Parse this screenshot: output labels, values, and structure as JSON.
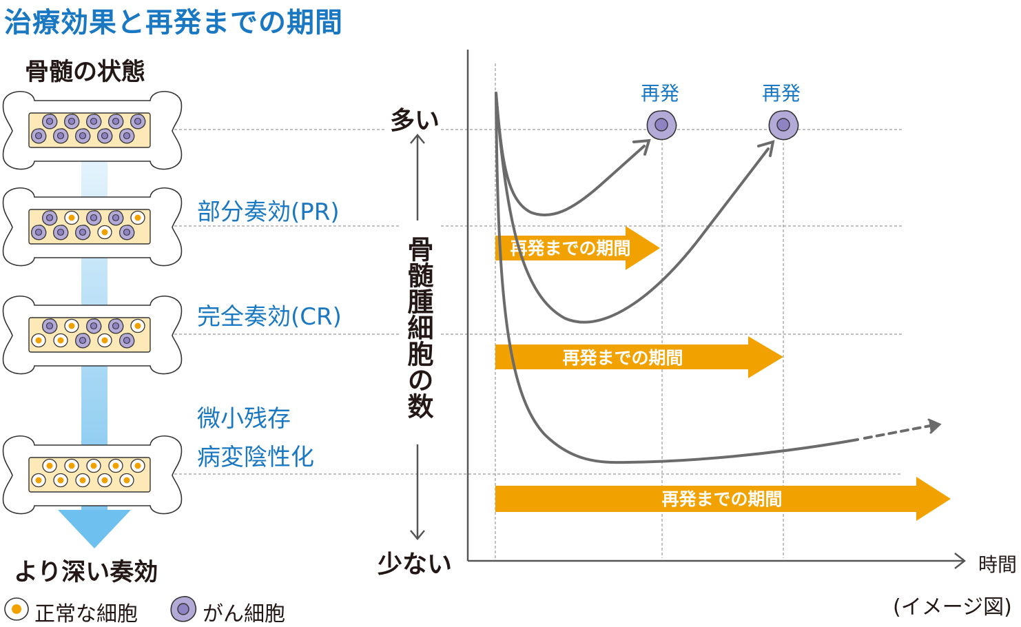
{
  "title": "治療効果と再発までの期間",
  "left_panel": {
    "heading": "骨髄の状態",
    "states": [
      {
        "label": "部分奏効(PR)"
      },
      {
        "label": "完全奏効(CR)"
      },
      {
        "label_lines": [
          "微小残存",
          "病変陰性化"
        ]
      }
    ],
    "arrow_label": "より深い奏効",
    "legend": {
      "normal": "正常な細胞",
      "cancer": "がん細胞"
    }
  },
  "graph": {
    "y_axis_label": "骨髄腫細胞の数",
    "y_high": "多い",
    "y_low": "少ない",
    "x_axis_label": "時間",
    "relapse_labels": [
      "再発",
      "再発"
    ],
    "period_arrows": [
      "再発までの期間",
      "再発までの期間",
      "再発までの期間"
    ],
    "note": "(イメージ図)"
  },
  "colors": {
    "title_blue": "#1a78c2",
    "orange_arrow": "#f2a200",
    "curve_gray": "#6b6b6b",
    "bone_fill": "#fde9b8",
    "cancer_cell": "#b3aad8",
    "normal_cell_center": "#f2a200"
  }
}
